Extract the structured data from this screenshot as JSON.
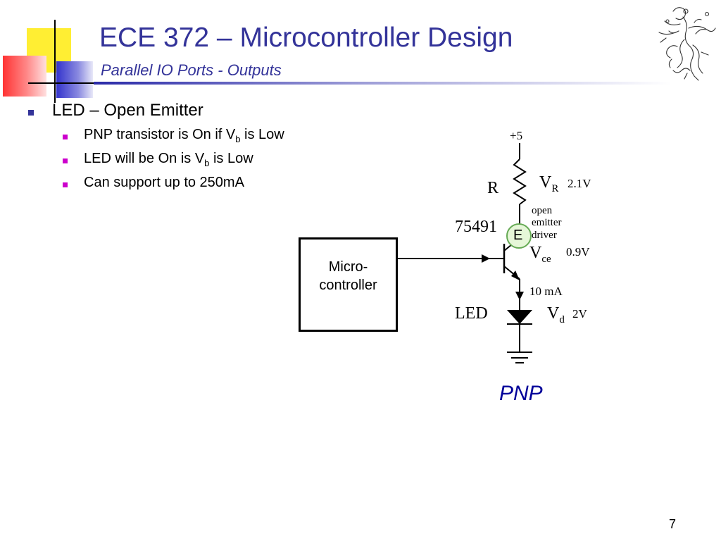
{
  "slide": {
    "title": "ECE 372 – Microcontroller Design",
    "subtitle": "Parallel IO Ports - Outputs",
    "page_number": "7"
  },
  "bullets": {
    "main": "LED – Open Emitter",
    "sub": [
      {
        "pre": "PNP transistor is On if V",
        "sub": "b",
        "post": " is Low"
      },
      {
        "pre": "LED will be On is V",
        "sub": "b",
        "post": " is Low"
      },
      {
        "pre": "Can support up to 250mA",
        "sub": "",
        "post": ""
      }
    ]
  },
  "diagram": {
    "microcontroller_label_line1": "Micro-",
    "microcontroller_label_line2": "controller",
    "supply": "+5",
    "resistor_label": "R",
    "vr_label": "V",
    "vr_sub": "R",
    "vr_value": "2.1V",
    "chip_label": "75491",
    "driver_line1": "open",
    "driver_line2": "emitter",
    "driver_line3": "driver",
    "emitter_marker": "E",
    "vce_label": "V",
    "vce_sub": "ce",
    "vce_value": "0.9V",
    "current_label": "10 mA",
    "led_label": "LED",
    "vd_label": "V",
    "vd_sub": "d",
    "vd_value": "2V",
    "transistor_type": "PNP"
  }
}
